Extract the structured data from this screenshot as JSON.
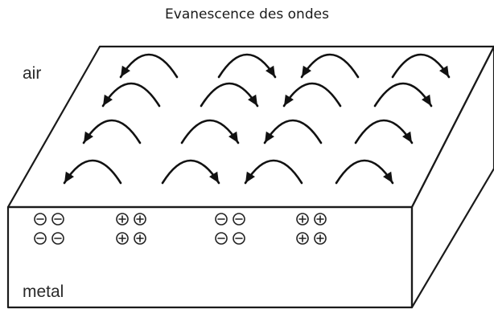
{
  "title": "Evanescence des ondes",
  "labels": {
    "air": "air",
    "metal": "metal"
  },
  "charge_groups": [
    {
      "row": 1,
      "col": 1,
      "signs": [
        "-",
        "-",
        "-",
        "-"
      ]
    },
    {
      "row": 1,
      "col": 2,
      "signs": [
        "+",
        "+",
        "+",
        "+"
      ]
    },
    {
      "row": 1,
      "col": 3,
      "signs": [
        "-",
        "-",
        "-",
        "-"
      ]
    },
    {
      "row": 1,
      "col": 4,
      "signs": [
        "+",
        "+",
        "+",
        "+"
      ]
    }
  ],
  "arrow_grid": {
    "rows": 4,
    "arrows_per_row": 4,
    "direction_pattern": [
      "left",
      "right",
      "left",
      "right"
    ]
  }
}
